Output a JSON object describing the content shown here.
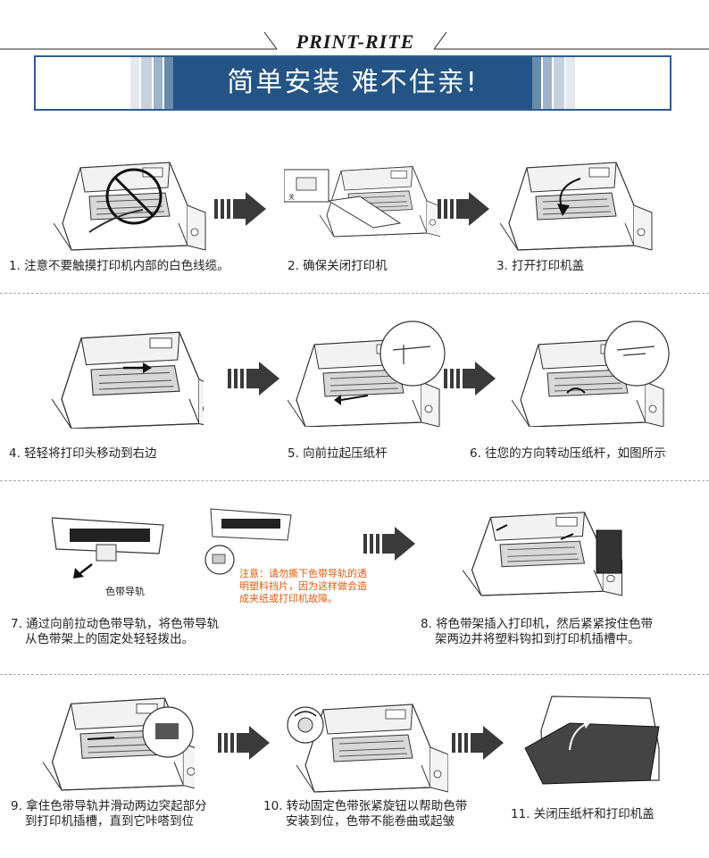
{
  "header": {
    "brand": "PRINT-RITE",
    "title": "简单安装 难不住亲!"
  },
  "steps": [
    {
      "caption": "1. 注意不要触摸打印机内部的白色线缆。"
    },
    {
      "caption": "2. 确保关闭打印机",
      "switch_label": "关"
    },
    {
      "caption": "3. 打开打印机盖"
    },
    {
      "caption": "4. 轻轻将打印头移动到右边"
    },
    {
      "caption": "5. 向前拉起压纸杆"
    },
    {
      "caption": "6. 往您的方向转动压纸杆，如图所示"
    },
    {
      "caption_l1": "7. 通过向前拉动色带导轨，将色带导轨",
      "caption_l2": "从色带架上的固定处轻轻拨出。",
      "guide_label": "色带导轨",
      "note_l1": "注意：请勿撕下色带导轨的透",
      "note_l2": "明塑料挡片，因为这样做会造",
      "note_l3": "成夹纸或打印机故障。"
    },
    {
      "caption_l1": "8. 将色带架插入打印机，然后紧紧按住色带",
      "caption_l2": "架两边并将塑料钩扣到打印机插槽中。"
    },
    {
      "caption_l1": "9. 拿住色带导轨并滑动两边突起部分",
      "caption_l2": "到打印机插槽，直到它咔嗒到位"
    },
    {
      "caption_l1": "10. 转动固定色带张紧旋钮以帮助色带",
      "caption_l2": "安装到位，色带不能卷曲或起皱"
    },
    {
      "caption": "11. 关闭压纸杆和打印机盖"
    }
  ],
  "colors": {
    "brand_blue": "#245486",
    "note_orange": "#e05a10",
    "arrow_gray": "#3a3a3a"
  }
}
